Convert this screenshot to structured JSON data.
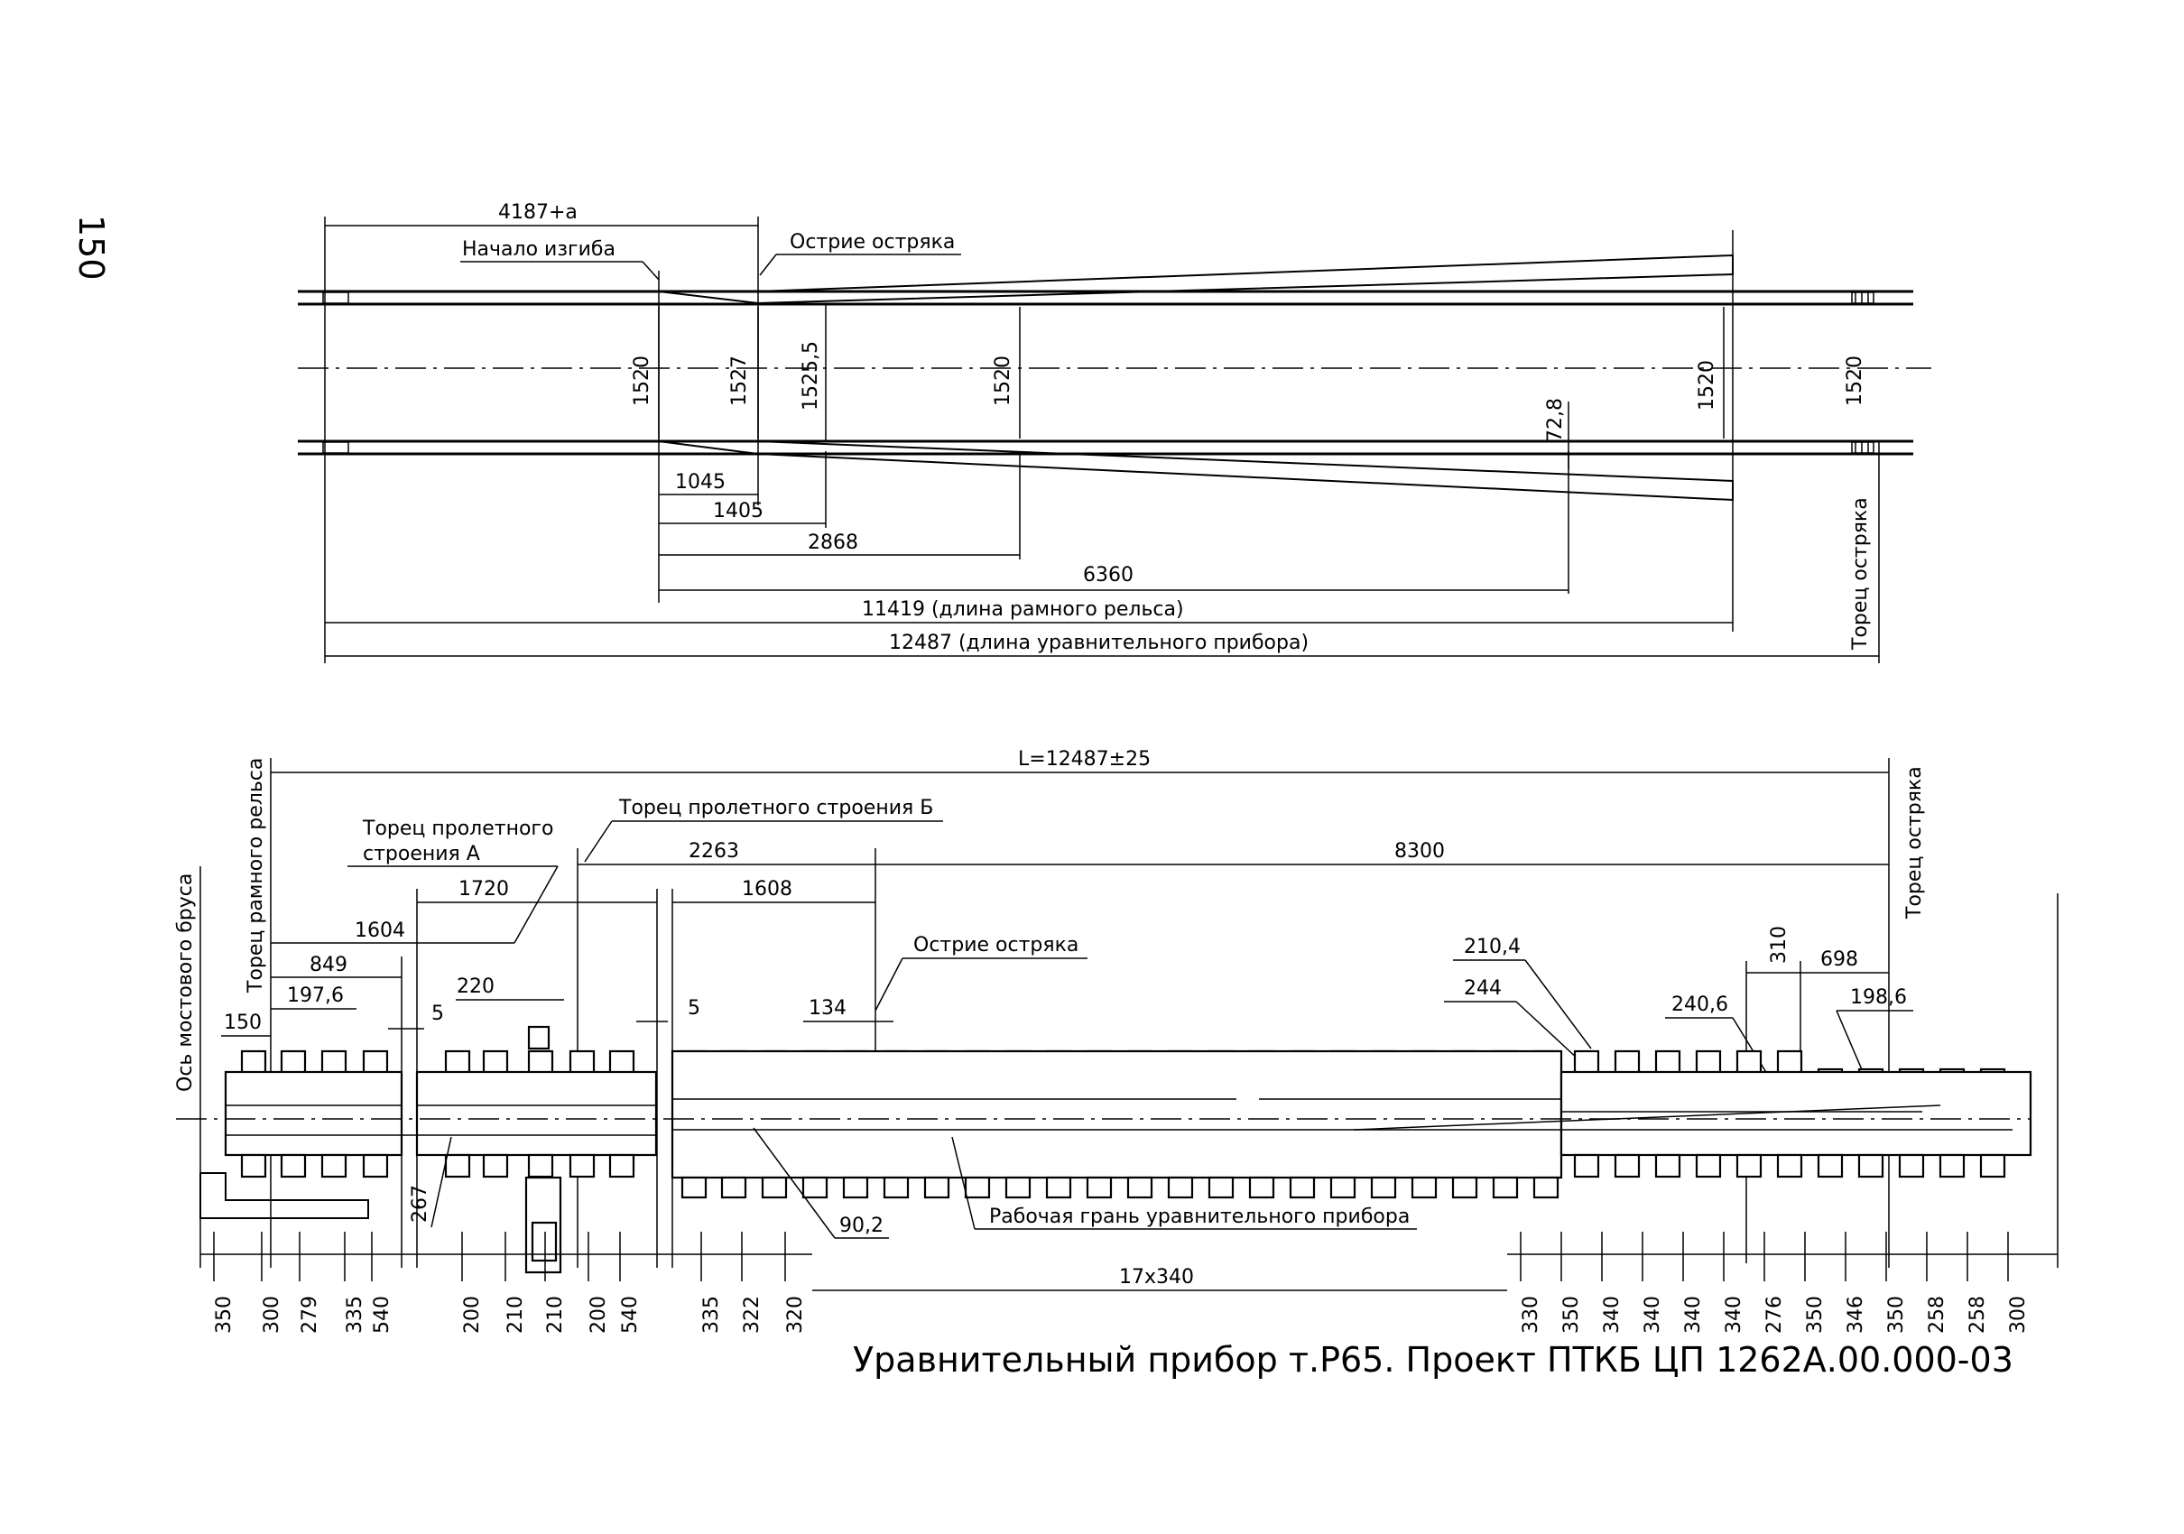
{
  "page_number": "150",
  "caption": "Уравнительный прибор т.Р65. Проект ПТКБ ЦП 1262А.00.000-03",
  "top_view": {
    "labels": {
      "bend_start": "Начало изгиба",
      "point_tip": "Острие остряка",
      "point_end": "Торец остряка"
    },
    "dims": {
      "d4187": "4187+a",
      "g1520a": "1520",
      "g1527": "1527",
      "g1525": "1525,5",
      "g1520b": "1520",
      "g72": "72,8",
      "g1520c": "1520",
      "g1520d": "1520",
      "d1045": "1045",
      "d1405": "1405",
      "d2868": "2868",
      "d6360": "6360",
      "d11419": "11419 (длина рамного рельса)",
      "d12487": "12487 (длина уравнительного прибора)"
    }
  },
  "bottom_view": {
    "labels": {
      "bridge_axis": "Ось мостового бруса",
      "stock_rail_end": "Торец рамного рельса",
      "span_end_a_1": "Торец пролетного",
      "span_end_a_2": "строения А",
      "span_end_b": "Торец пролетного строения Б",
      "point_tip": "Острие остряка",
      "point_end": "Торец остряка",
      "working_face": "Рабочая грань уравнительного прибора"
    },
    "dims": {
      "L": "L=12487±25",
      "d2263": "2263",
      "d8300": "8300",
      "d1720": "1720",
      "d1608": "1608",
      "d1604": "1604",
      "d849": "849",
      "d150": "150",
      "d197": "197,6",
      "d5a": "5",
      "d220": "220",
      "d5b": "5",
      "d134": "134",
      "d210_4": "210,4",
      "d244": "244",
      "d240_6": "240,6",
      "d310": "310",
      "d698": "698",
      "d198_6": "198,6",
      "d267": "267",
      "d90_2": "90,2",
      "d17x340": "17x340"
    },
    "bottom_dims_left": [
      "350",
      "300",
      "279",
      "335",
      "540",
      "200",
      "210",
      "210",
      "200",
      "540",
      "335",
      "322",
      "320"
    ],
    "bottom_dims_right": [
      "330",
      "350",
      "340",
      "340",
      "340",
      "340",
      "276",
      "350",
      "346",
      "350",
      "258",
      "258",
      "300"
    ]
  }
}
